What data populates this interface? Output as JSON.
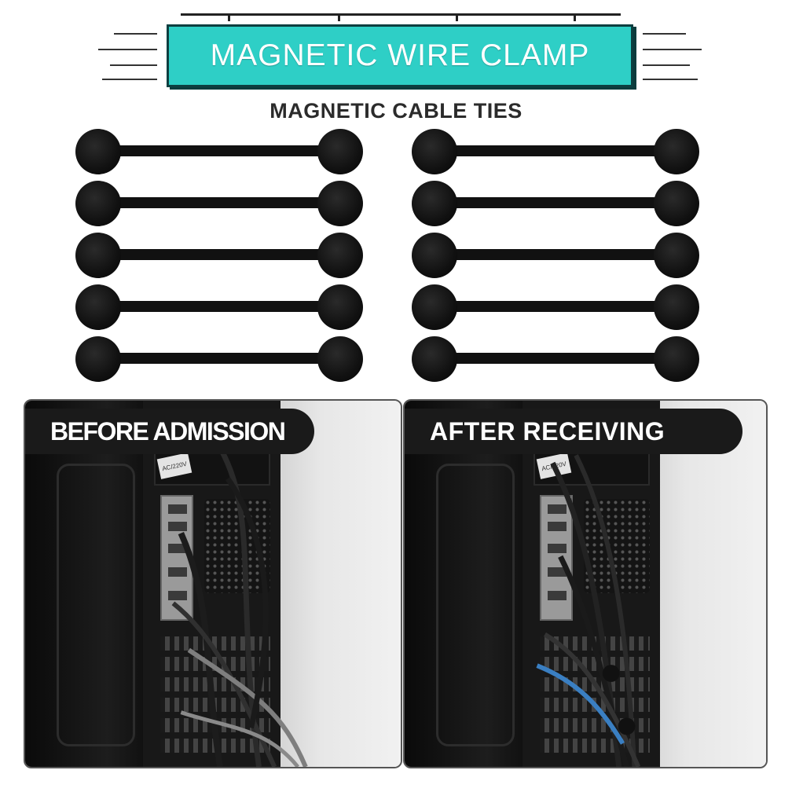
{
  "header": {
    "title": "MAGNETIC WIRE CLAMP",
    "subtitle": "MAGNETIC CABLE TIES",
    "accent_color": "#2ecfc6"
  },
  "ties": {
    "left_column_count": 5,
    "right_column_count": 5,
    "color": "#111111"
  },
  "panels": {
    "before_label": "BEFORE ADMISSION",
    "after_label": "AFTER RECEIVING",
    "psu_label": "AC/220V"
  }
}
